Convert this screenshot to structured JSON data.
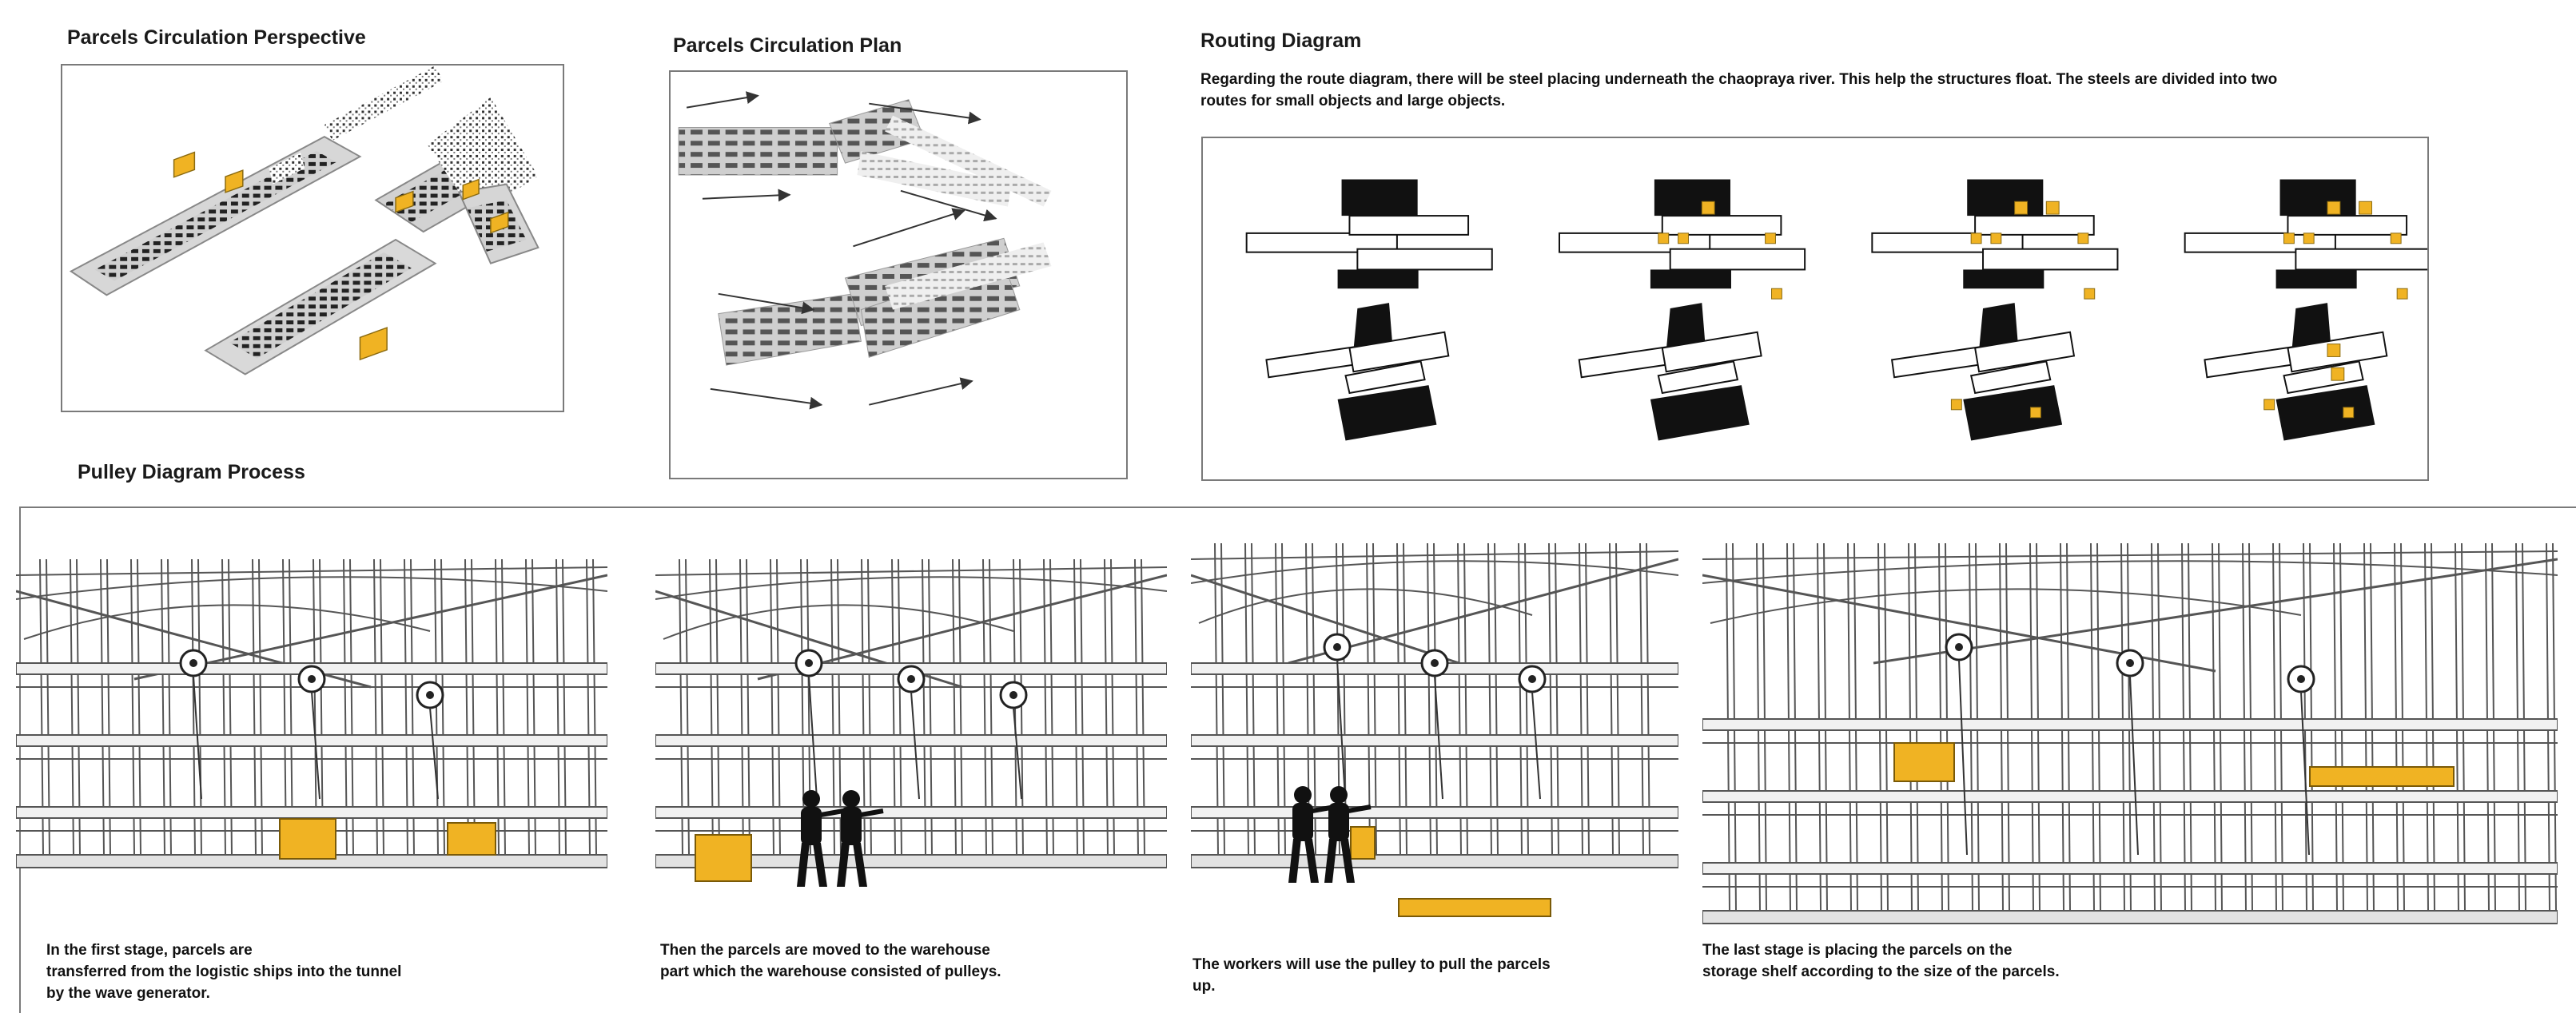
{
  "sections": {
    "perspective": {
      "title": "Parcels Circulation Perspective"
    },
    "plan": {
      "title": "Parcels Circulation Plan"
    },
    "routing": {
      "title": "Routing Diagram",
      "description_line1": "Regarding the route diagram, there will be steel placing underneath the chaopraya river. This help the structures float. The steels are divided into two",
      "description_line2": "routes for small objects and large objects."
    },
    "pulley": {
      "title": "Pulley Diagram Process",
      "stages": [
        {
          "caption_lines": [
            "In the first stage, parcels are",
            "transferred from the logistic ships into the tunnel",
            "by the wave generator."
          ]
        },
        {
          "caption_lines": [
            "Then the parcels are moved to the warehouse",
            "part which the warehouse consisted of pulleys."
          ]
        },
        {
          "caption_lines": [
            "The workers will use the pulley to pull the parcels",
            "up."
          ]
        },
        {
          "caption_lines": [
            "The last stage is  placing the parcels on the",
            "storage shelf according to the size of the parcels."
          ]
        }
      ]
    }
  },
  "colors": {
    "parcel": "#f0b323",
    "ink": "#111111",
    "frame": "#7a7a7a",
    "structure": "#6b6b6b"
  },
  "routing_stages": [
    {
      "small_parcels": 0,
      "large_parcels": 0
    },
    {
      "small_parcels": 4,
      "large_parcels": 1
    },
    {
      "small_parcels": 6,
      "large_parcels": 2
    },
    {
      "small_parcels": 6,
      "large_parcels": 4
    }
  ]
}
